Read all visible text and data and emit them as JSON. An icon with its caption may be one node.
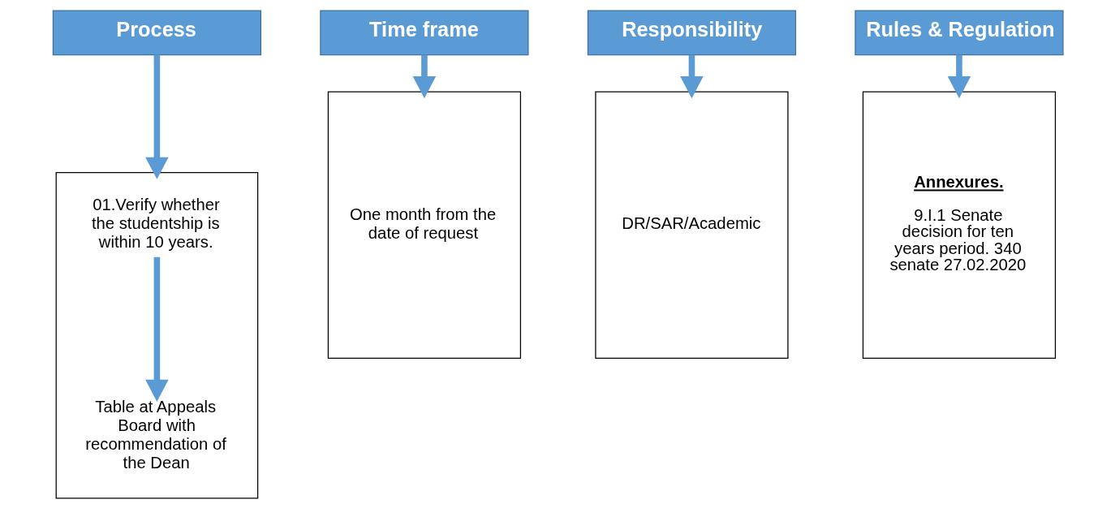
{
  "diagram": {
    "nodes": [
      {
        "text": [
          "Process"
        ]
      },
      {
        "text": [
          "Time frame"
        ]
      },
      {
        "text": [
          "Responsibility"
        ]
      },
      {
        "text": [
          "Rules & Regulation"
        ]
      },
      {
        "text": [],
        "shape": "box"
      },
      {
        "text": [
          "01.Verify whether the studentship is within 10 years."
        ],
        "in": 4
      },
      {
        "text": [
          "Table at Appeals Board with recommendation of the Dean"
        ],
        "in": 4
      },
      {
        "text": [
          "One month from the date of request"
        ]
      },
      {
        "text": [
          "DR/SAR/Academic"
        ]
      },
      {
        "text": [
          "Annexures.",
          "9.I.1 Senate decision for ten years period. 340 senate 27.02.2020"
        ]
      }
    ],
    "edges": [
      {
        "from": 0,
        "to": 4,
        "arrow": "to"
      },
      {
        "from": 1,
        "to": 7,
        "arrow": "to"
      },
      {
        "from": 2,
        "to": 8,
        "arrow": "to"
      },
      {
        "from": 3,
        "to": 9,
        "arrow": "to"
      },
      {
        "from": 5,
        "to": 6,
        "arrow": "to"
      }
    ]
  }
}
